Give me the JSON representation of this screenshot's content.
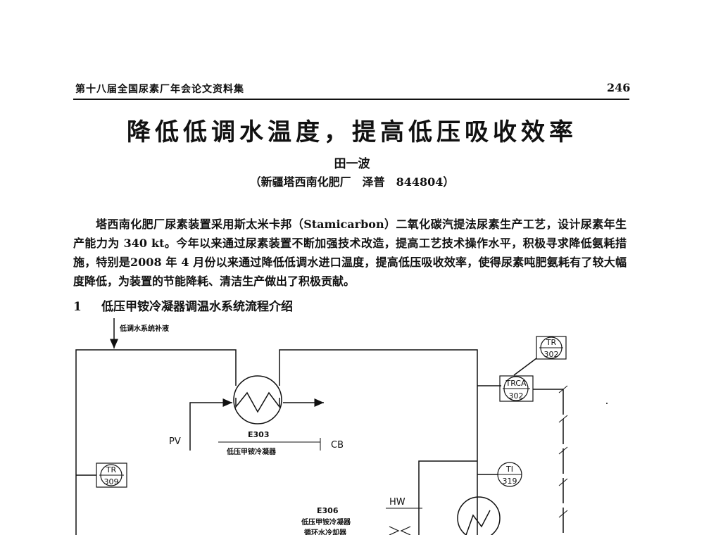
{
  "header": {
    "left": "第十八届全国尿素厂年会论文资料集",
    "page_number": "246"
  },
  "title": "降低低调水温度，提高低压吸收效率",
  "author": "田一波",
  "affiliation": "（新疆塔西南化肥厂　泽普　844804）",
  "body": {
    "paragraph": "塔西南化肥厂尿素装置采用斯太米卡邦（Stamicarbon）二氧化碳汽提法尿素生产工艺，设计尿素年生产能力为 340 kt。今年以来通过尿素装置不断加强技术改造，提高工艺技术操作水平，积极寻求降低氨耗措施，特别是2008 年 4 月份以来通过降低低调水进口温度，提高低压吸收效率，使得尿素吨肥氨耗有了较大幅度降低，为装置的节能降耗、清洁生产做出了积极贡献。"
  },
  "section": {
    "number": "1",
    "title": "低压甲铵冷凝器调温水系统流程介绍"
  },
  "diagram": {
    "makeup_label": "低调水系统补液",
    "e303": {
      "id": "E303",
      "name": "低压甲铵冷凝器"
    },
    "e306": {
      "id": "E306",
      "name": "低压甲铵冷凝器",
      "subname": "循环水冷却器"
    },
    "stream_labels": {
      "pv": "PV",
      "cb": "CB",
      "hw": "HW"
    },
    "instruments": [
      {
        "tag": "TR",
        "number": "302"
      },
      {
        "tag": "TRCA",
        "number": "302"
      },
      {
        "tag": "TI",
        "number": "319"
      },
      {
        "tag": "TR",
        "number": "309"
      }
    ]
  }
}
